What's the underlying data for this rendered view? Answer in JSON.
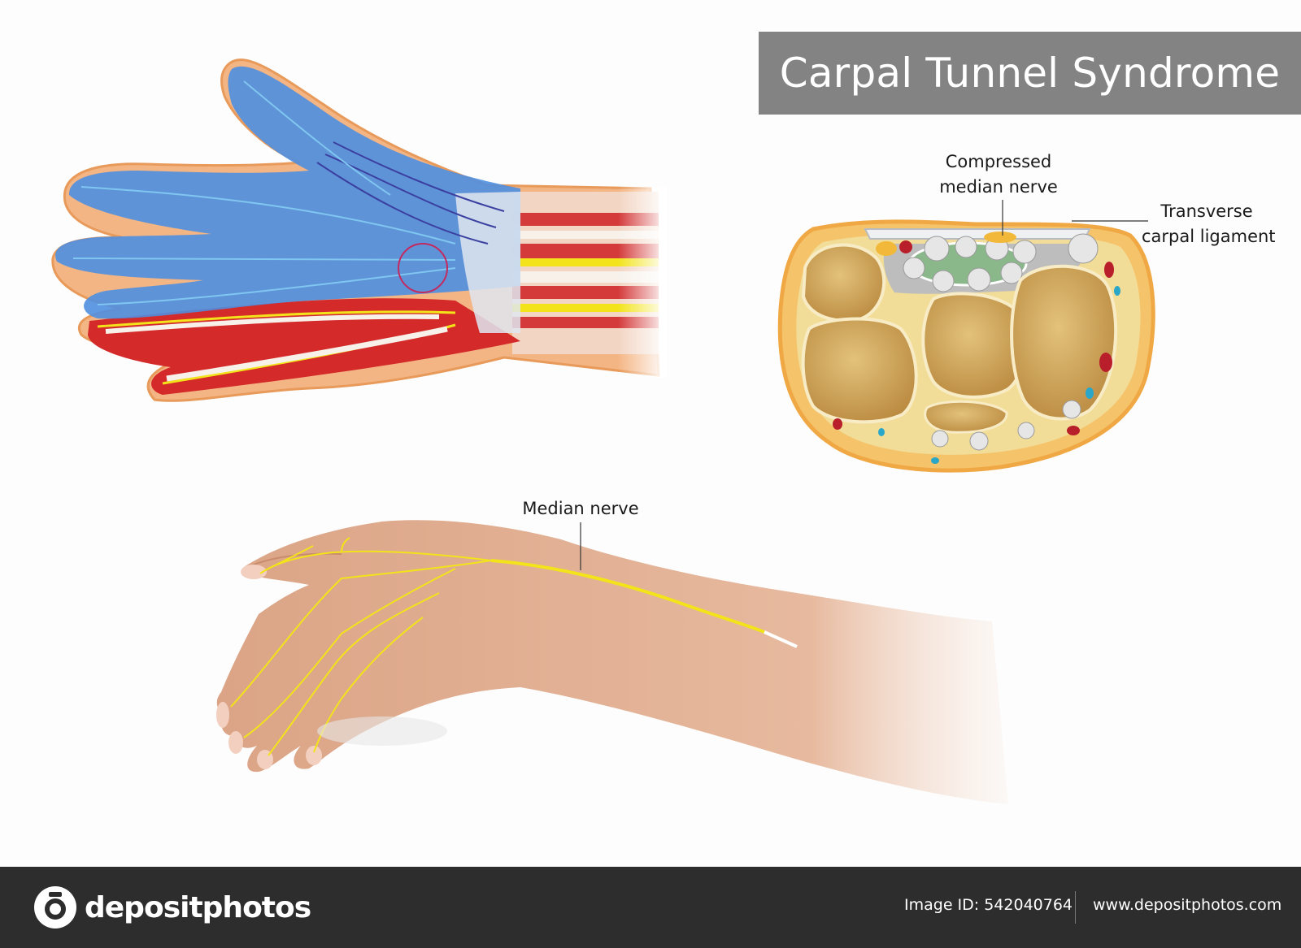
{
  "title": "Carpal Tunnel Syndrome",
  "labels": {
    "compressed": [
      "Compressed",
      "median nerve"
    ],
    "transverse": [
      "Transverse",
      "carpal ligament"
    ],
    "median": "Median nerve"
  },
  "footer": {
    "brand": "depositphotos",
    "image_id": "Image ID: 542040764",
    "url": "www.depositphotos.com"
  },
  "colors": {
    "title_bar": "#838383",
    "footer_bg": "#2d2d2d",
    "skin": "#e7b79a",
    "nerve": "#f2e31a",
    "bone": "#d3a653",
    "muscle": "#d42a2a",
    "sheath": "#4f8fe0"
  }
}
